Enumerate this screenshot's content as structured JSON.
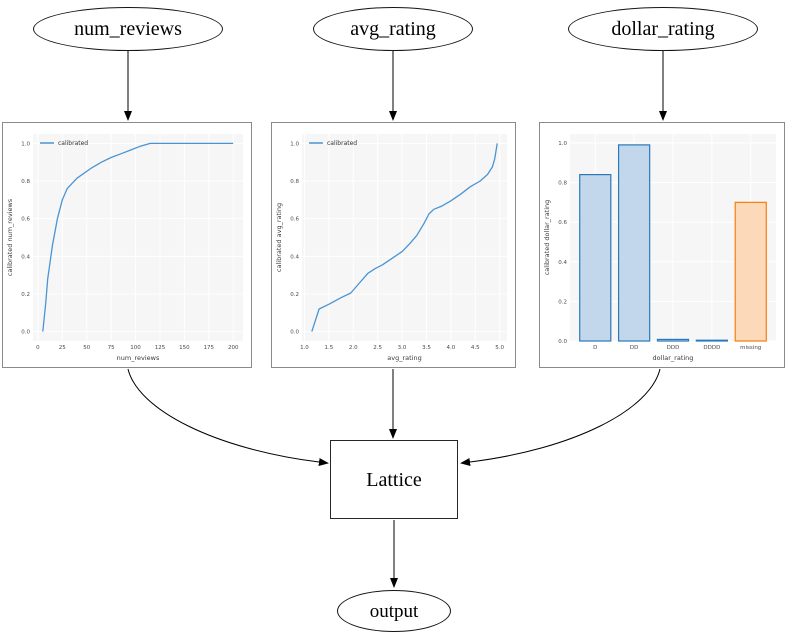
{
  "diagram": {
    "nodes": {
      "num_reviews": {
        "label": "num_reviews"
      },
      "avg_rating": {
        "label": "avg_rating"
      },
      "dollar_rating": {
        "label": "dollar_rating"
      },
      "lattice": {
        "label": "Lattice"
      },
      "output": {
        "label": "output"
      }
    }
  },
  "chart_data": [
    {
      "type": "line",
      "title": "",
      "xlabel": "num_reviews",
      "ylabel": "calibrated num_reviews",
      "legend": [
        {
          "label": "calibrated",
          "color": "#4a94d2"
        }
      ],
      "xlim": [
        -5,
        210
      ],
      "ylim": [
        -0.05,
        1.05
      ],
      "xticks": [
        0,
        25,
        50,
        75,
        100,
        125,
        150,
        175,
        200
      ],
      "xtick_labels": [
        "0",
        "25",
        "50",
        "75",
        "100",
        "125",
        "150",
        "175",
        "200"
      ],
      "yticks": [
        0,
        0.2,
        0.4,
        0.6,
        0.8,
        1.0
      ],
      "ytick_labels": [
        "0.0",
        "0.2",
        "0.4",
        "0.6",
        "0.8",
        "1.0"
      ],
      "grid": true,
      "legend_position": "upper-left",
      "series": [
        {
          "name": "calibrated",
          "color": "#4a94d2",
          "x": [
            5,
            8,
            10,
            15,
            20,
            25,
            30,
            40,
            55,
            65,
            75,
            85,
            95,
            105,
            115,
            200
          ],
          "y": [
            0.0,
            0.15,
            0.28,
            0.46,
            0.6,
            0.7,
            0.76,
            0.815,
            0.87,
            0.9,
            0.925,
            0.945,
            0.965,
            0.985,
            1.0,
            1.0
          ]
        }
      ]
    },
    {
      "type": "line",
      "title": "",
      "xlabel": "avg_rating",
      "ylabel": "calibrated avg_rating",
      "legend": [
        {
          "label": "calibrated",
          "color": "#4a94d2"
        }
      ],
      "xlim": [
        0.95,
        5.15
      ],
      "ylim": [
        -0.05,
        1.05
      ],
      "xticks": [
        1.0,
        1.5,
        2.0,
        2.5,
        3.0,
        3.5,
        4.0,
        4.5,
        5.0
      ],
      "xtick_labels": [
        "1.0",
        "1.5",
        "2.0",
        "2.5",
        "3.0",
        "3.5",
        "4.0",
        "4.5",
        "5.0"
      ],
      "yticks": [
        0,
        0.2,
        0.4,
        0.6,
        0.8,
        1.0
      ],
      "ytick_labels": [
        "0.0",
        "0.2",
        "0.4",
        "0.6",
        "0.8",
        "1.0"
      ],
      "grid": true,
      "legend_position": "upper-left",
      "series": [
        {
          "name": "calibrated",
          "color": "#4a94d2",
          "x": [
            1.15,
            1.3,
            1.5,
            1.75,
            1.95,
            2.1,
            2.3,
            2.45,
            2.6,
            2.8,
            3.0,
            3.15,
            3.3,
            3.45,
            3.55,
            3.65,
            3.8,
            4.0,
            4.2,
            4.4,
            4.6,
            4.75,
            4.85,
            4.9,
            4.95
          ],
          "y": [
            0.0,
            0.12,
            0.145,
            0.18,
            0.205,
            0.25,
            0.31,
            0.335,
            0.355,
            0.39,
            0.425,
            0.465,
            0.51,
            0.575,
            0.625,
            0.65,
            0.665,
            0.695,
            0.73,
            0.77,
            0.8,
            0.835,
            0.875,
            0.92,
            1.0
          ]
        }
      ]
    },
    {
      "type": "bar",
      "title": "",
      "xlabel": "dollar_rating",
      "ylabel": "calibrated dollar_rating",
      "categories": [
        "D",
        "DD",
        "DDD",
        "DDDD",
        "missing"
      ],
      "values": [
        0.84,
        0.99,
        0.008,
        0.004,
        0.7
      ],
      "bar_fill": [
        "#c3d7ec",
        "#c3d7ec",
        "#c3d7ec",
        "#c3d7ec",
        "#fcd9b8"
      ],
      "bar_edge": [
        "#2a7ab9",
        "#2a7ab9",
        "#2a7ab9",
        "#2a7ab9",
        "#f57d0e"
      ],
      "ylim": [
        0,
        1.045
      ],
      "yticks": [
        0,
        0.2,
        0.4,
        0.6,
        0.8,
        1.0
      ],
      "ytick_labels": [
        "0.0",
        "0.2",
        "0.4",
        "0.6",
        "0.8",
        "1.0"
      ],
      "grid": true
    }
  ]
}
